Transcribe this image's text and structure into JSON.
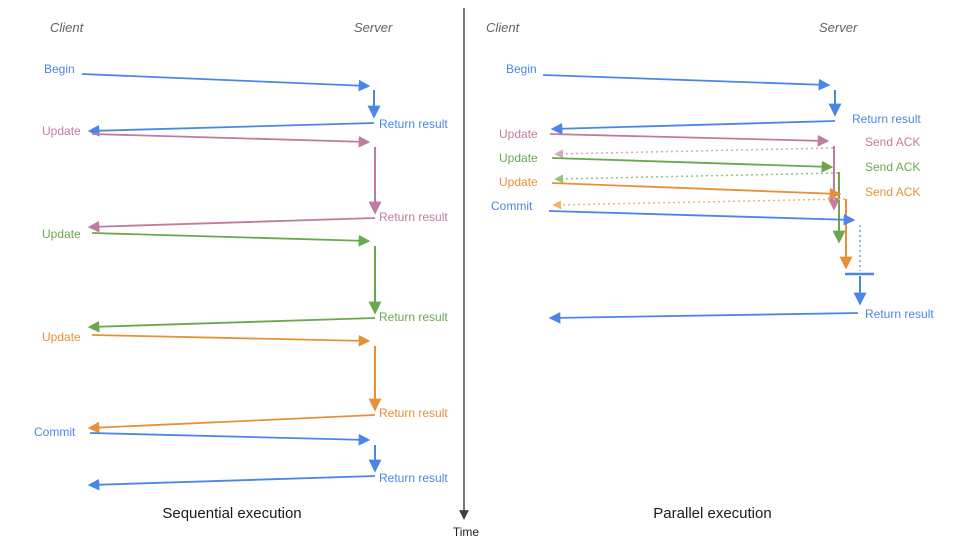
{
  "palette": {
    "blue": "#4a86e8",
    "pink": "#c27ba0",
    "green": "#6aa84f",
    "orange": "#e69138",
    "blue_light": "#6d9eeb",
    "pink_light": "#d5a6bd",
    "green_light": "#93c47d",
    "orange_light": "#f6b26b",
    "axis": "#3d4043",
    "actor_text": "#5f6368"
  },
  "time_axis": {
    "label": "Time"
  },
  "sequential": {
    "caption": "Sequential execution",
    "client": "Client",
    "server": "Server",
    "steps": [
      {
        "request": "Begin",
        "response": "Return result"
      },
      {
        "request": "Update",
        "response": "Return result"
      },
      {
        "request": "Update",
        "response": "Return result"
      },
      {
        "request": "Update",
        "response": "Return result"
      },
      {
        "request": "Commit",
        "response": "Return result"
      }
    ]
  },
  "parallel": {
    "caption": "Parallel execution",
    "client": "Client",
    "server": "Server",
    "steps": [
      {
        "request": "Begin",
        "response": "Return result"
      },
      {
        "request": "Update",
        "response": "Send ACK"
      },
      {
        "request": "Update",
        "response": "Send ACK"
      },
      {
        "request": "Update",
        "response": "Send ACK"
      },
      {
        "request": "Commit",
        "response": "Return result"
      }
    ]
  }
}
